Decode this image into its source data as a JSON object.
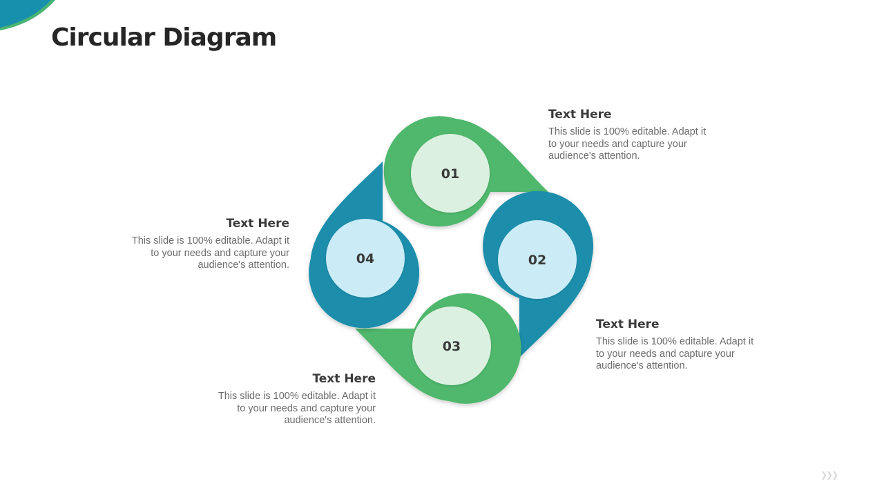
{
  "slide": {
    "title": "Circular Diagram"
  },
  "colors": {
    "green": "#4fb86c",
    "green_inner": "#dcf0e1",
    "teal": "#1a8eac",
    "teal_inner": "#cbecf6",
    "corner_accent": "#1790ad"
  },
  "steps": [
    {
      "number": "01",
      "heading": "Text Here",
      "body": "This slide is 100% editable. Adapt it to your needs and capture your audience's attention.",
      "color": "green"
    },
    {
      "number": "02",
      "heading": "Text Here",
      "body": "This slide is 100% editable. Adapt it to your needs and capture your audience's attention.",
      "color": "teal"
    },
    {
      "number": "03",
      "heading": "Text Here",
      "body": "This slide is 100% editable. Adapt it to your needs and capture your audience's attention.",
      "color": "green"
    },
    {
      "number": "04",
      "heading": "Text Here",
      "body": "This slide is 100% editable. Adapt it to your needs and capture your audience's attention.",
      "color": "teal"
    }
  ],
  "nav": {
    "next_icon": "chevrons-right-icon"
  }
}
